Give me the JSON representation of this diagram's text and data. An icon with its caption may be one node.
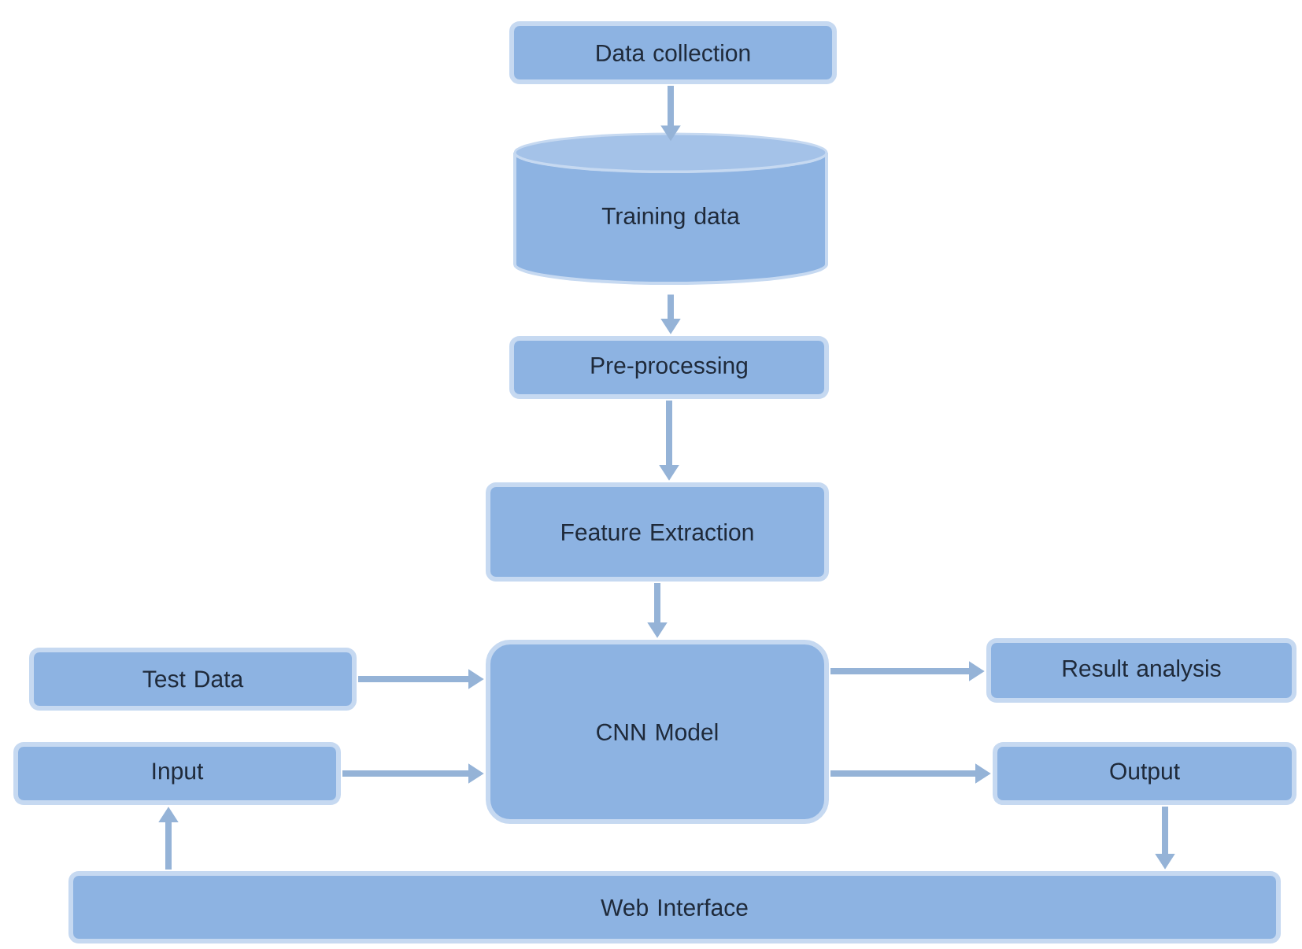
{
  "diagram": {
    "nodes": [
      {
        "text": [
          "Data collection"
        ]
      },
      {
        "text": [
          "Training data"
        ]
      },
      {
        "text": [
          "Pre-processing"
        ]
      },
      {
        "text": [
          "Feature Extraction"
        ]
      },
      {
        "text": [
          "Test Data"
        ]
      },
      {
        "text": [
          "CNN Model"
        ]
      },
      {
        "text": [
          "Result analysis"
        ]
      },
      {
        "text": [
          "Input"
        ]
      },
      {
        "text": [
          "Output"
        ]
      },
      {
        "text": [
          "Web Interface"
        ]
      }
    ],
    "edges": [
      {
        "from": 0,
        "to": 1,
        "arrow": "to"
      },
      {
        "from": 1,
        "to": 2,
        "arrow": "to"
      },
      {
        "from": 2,
        "to": 3,
        "arrow": "to"
      },
      {
        "from": 3,
        "to": 5,
        "arrow": "to"
      },
      {
        "from": 4,
        "to": 5,
        "arrow": "to"
      },
      {
        "from": 7,
        "to": 5,
        "arrow": "to"
      },
      {
        "from": 5,
        "to": 6,
        "arrow": "to"
      },
      {
        "from": 5,
        "to": 8,
        "arrow": "to"
      },
      {
        "from": 9,
        "to": 7,
        "arrow": "to"
      },
      {
        "from": 8,
        "to": 9,
        "arrow": "to"
      }
    ]
  }
}
